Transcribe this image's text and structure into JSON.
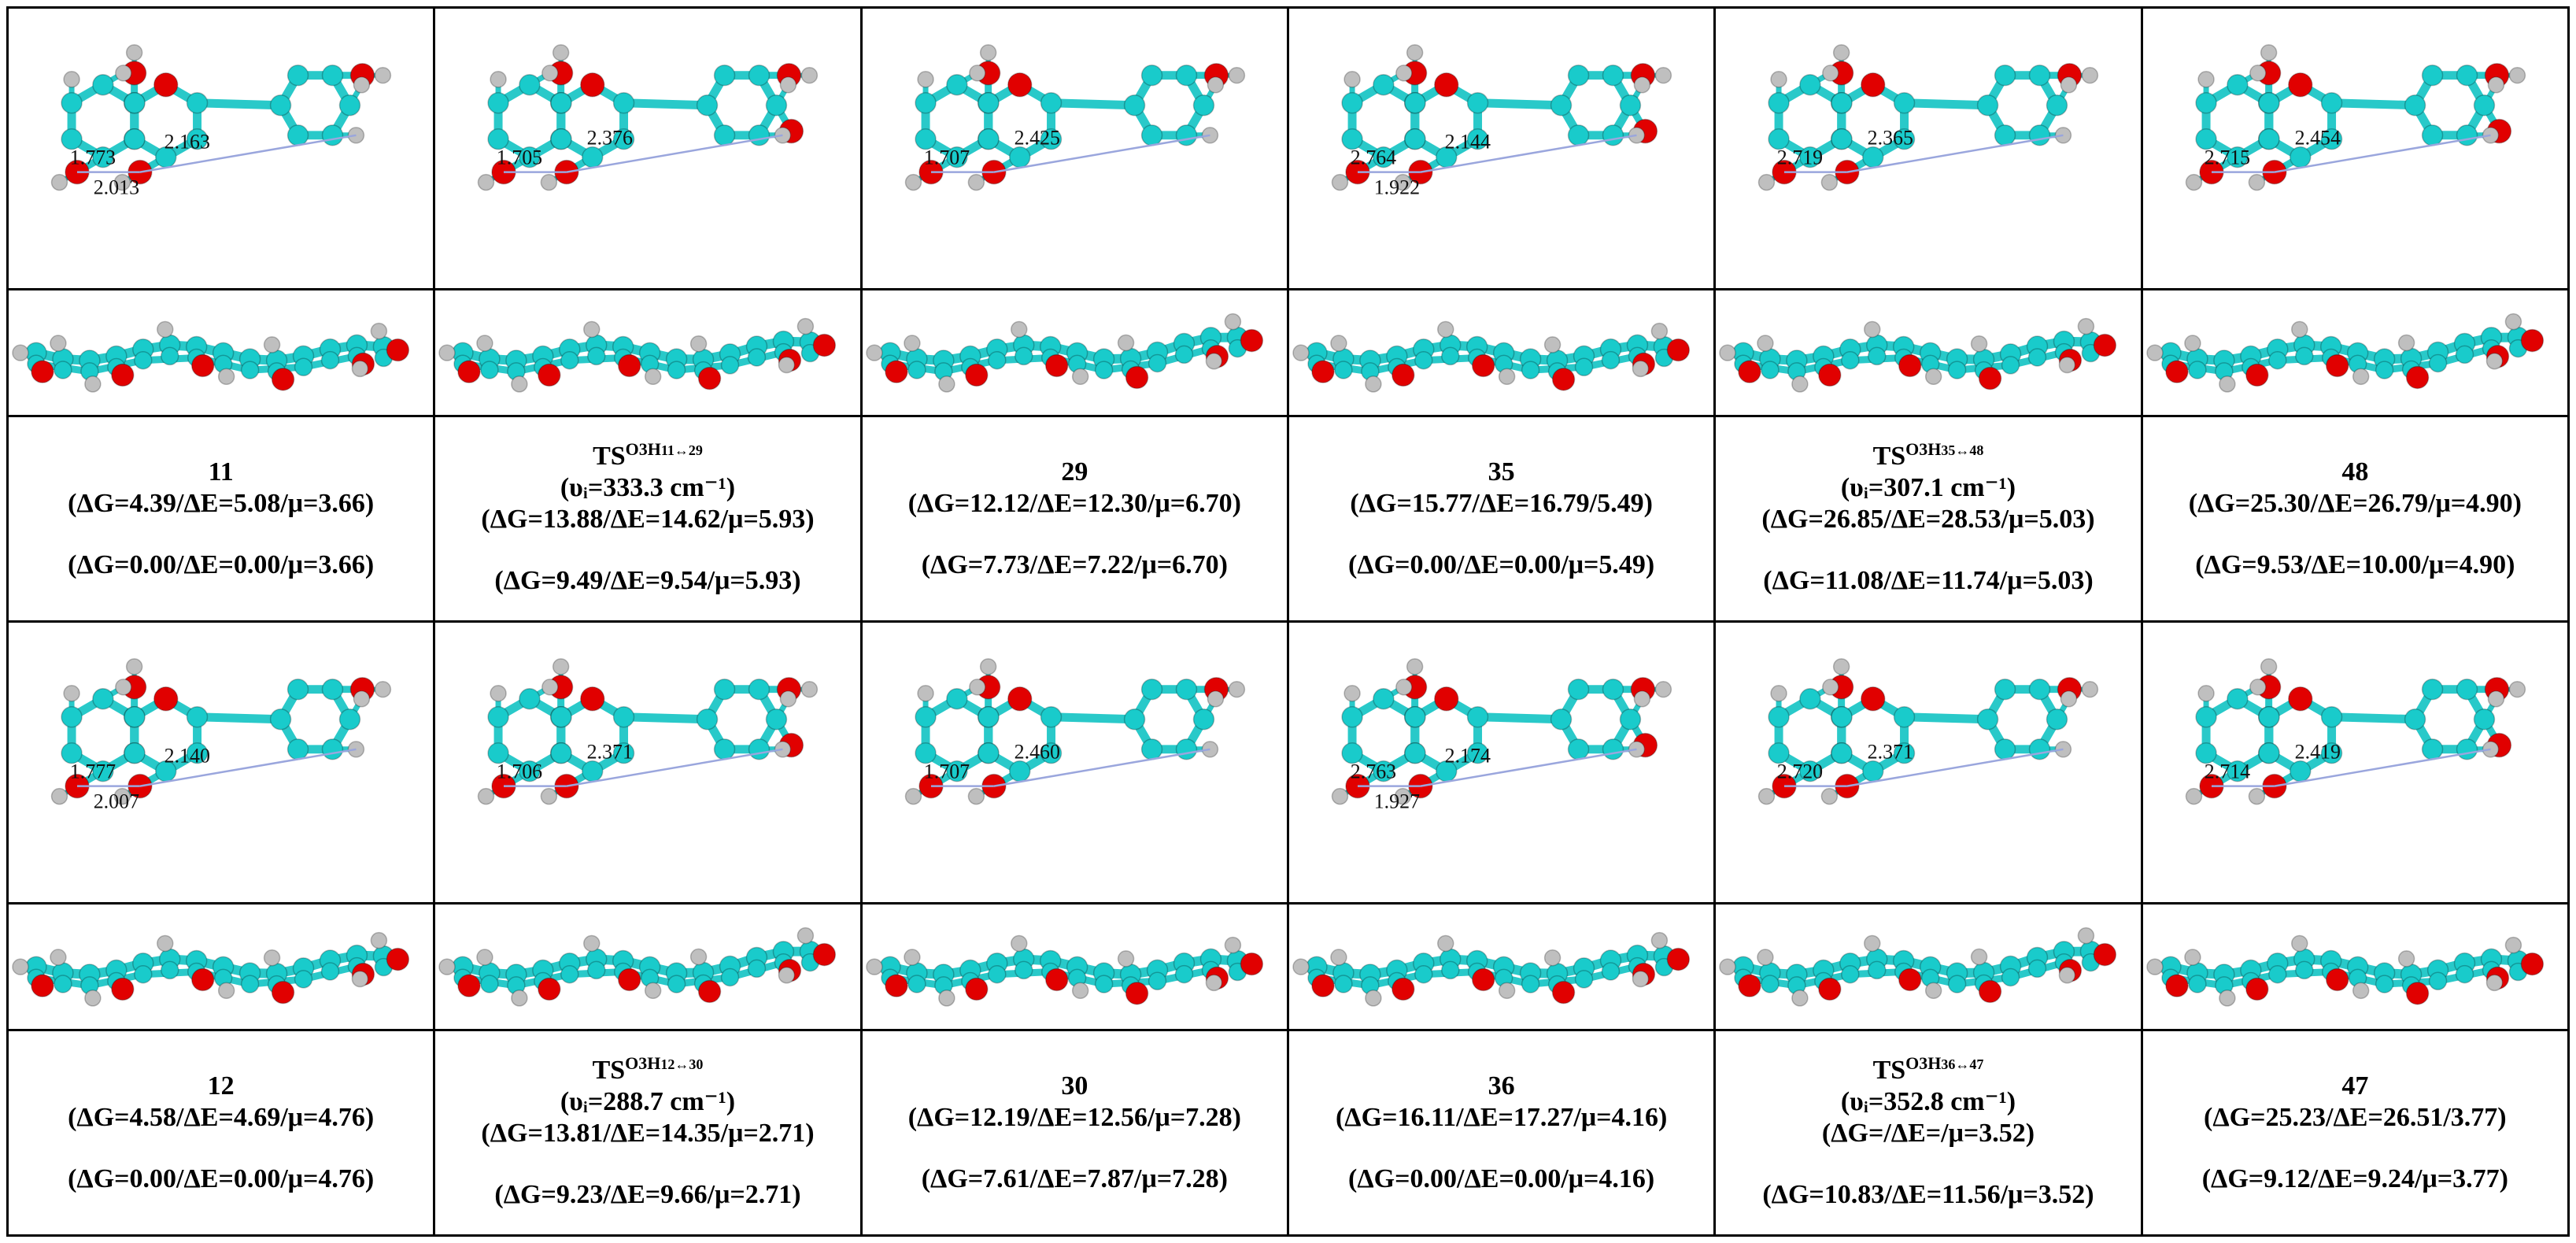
{
  "colors": {
    "carbon": "#19cbcb",
    "oxygen": "#e10000",
    "hydrogen": "#bfbfbf",
    "bond": "#29c9c9",
    "hbond": "#9aa6dd",
    "border": "#000000"
  },
  "rows": [
    {
      "structures": [
        {
          "distances": [
            "1.773",
            "2.013",
            "2.163"
          ],
          "label": {
            "name": "11",
            "line_a": "(ΔG=4.39/ΔE=5.08/μ=3.66)",
            "line_b": "(ΔG=0.00/ΔE=0.00/μ=3.66)"
          }
        },
        {
          "distances": [
            "1.705",
            "2.376"
          ],
          "label": {
            "ts_prefix": "TS",
            "ts_sup": "O3H",
            "ts_sub": "11↔29",
            "freq": "(υᵢ=333.3 cm⁻¹)",
            "line_a": "(ΔG=13.88/ΔE=14.62/μ=5.93)",
            "line_b": "(ΔG=9.49/ΔE=9.54/μ=5.93)"
          }
        },
        {
          "distances": [
            "1.707",
            "2.425"
          ],
          "label": {
            "name": "29",
            "line_a": "(ΔG=12.12/ΔE=12.30/μ=6.70)",
            "line_b": "(ΔG=7.73/ΔE=7.22/μ=6.70)"
          }
        },
        {
          "distances": [
            "2.764",
            "1.922",
            "2.144"
          ],
          "label": {
            "name": "35",
            "line_a": "(ΔG=15.77/ΔE=16.79/5.49)",
            "line_b": "(ΔG=0.00/ΔE=0.00/μ=5.49)"
          }
        },
        {
          "distances": [
            "2.719",
            "2.365"
          ],
          "label": {
            "ts_prefix": "TS",
            "ts_sup": "O3H",
            "ts_sub": "35↔48",
            "freq": "(υᵢ=307.1 cm⁻¹)",
            "line_a": "(ΔG=26.85/ΔE=28.53/μ=5.03)",
            "line_b": "(ΔG=11.08/ΔE=11.74/μ=5.03)"
          }
        },
        {
          "distances": [
            "2.715",
            "2.454"
          ],
          "label": {
            "name": "48",
            "line_a": "(ΔG=25.30/ΔE=26.79/μ=4.90)",
            "line_b": "(ΔG=9.53/ΔE=10.00/μ=4.90)"
          }
        }
      ]
    },
    {
      "structures": [
        {
          "distances": [
            "1.777",
            "2.007",
            "2.140"
          ],
          "label": {
            "name": "12",
            "line_a": "(ΔG=4.58/ΔE=4.69/μ=4.76)",
            "line_b": "(ΔG=0.00/ΔE=0.00/μ=4.76)"
          }
        },
        {
          "distances": [
            "1.706",
            "2.371"
          ],
          "label": {
            "ts_prefix": "TS",
            "ts_sup": "O3H",
            "ts_sub": "12↔30",
            "freq": "(υᵢ=288.7 cm⁻¹)",
            "line_a": "(ΔG=13.81/ΔE=14.35/μ=2.71)",
            "line_b": "(ΔG=9.23/ΔE=9.66/μ=2.71)"
          }
        },
        {
          "distances": [
            "1.707",
            "2.460"
          ],
          "label": {
            "name": "30",
            "line_a": "(ΔG=12.19/ΔE=12.56/μ=7.28)",
            "line_b": "(ΔG=7.61/ΔE=7.87/μ=7.28)"
          }
        },
        {
          "distances": [
            "2.763",
            "1.927",
            "2.174"
          ],
          "label": {
            "name": "36",
            "line_a": "(ΔG=16.11/ΔE=17.27/μ=4.16)",
            "line_b": "(ΔG=0.00/ΔE=0.00/μ=4.16)"
          }
        },
        {
          "distances": [
            "2.720",
            "2.371"
          ],
          "label": {
            "ts_prefix": "TS",
            "ts_sup": "O3H",
            "ts_sub": "36↔47",
            "freq": "(υᵢ=352.8 cm⁻¹)",
            "line_a": "(ΔG=/ΔE=/μ=3.52)",
            "line_b": "(ΔG=10.83/ΔE=11.56/μ=3.52)"
          }
        },
        {
          "distances": [
            "2.714",
            "2.419"
          ],
          "label": {
            "name": "47",
            "line_a": "(ΔG=25.23/ΔE=26.51/3.77)",
            "line_b": "(ΔG=9.12/ΔE=9.24/μ=3.77)"
          }
        }
      ]
    }
  ]
}
